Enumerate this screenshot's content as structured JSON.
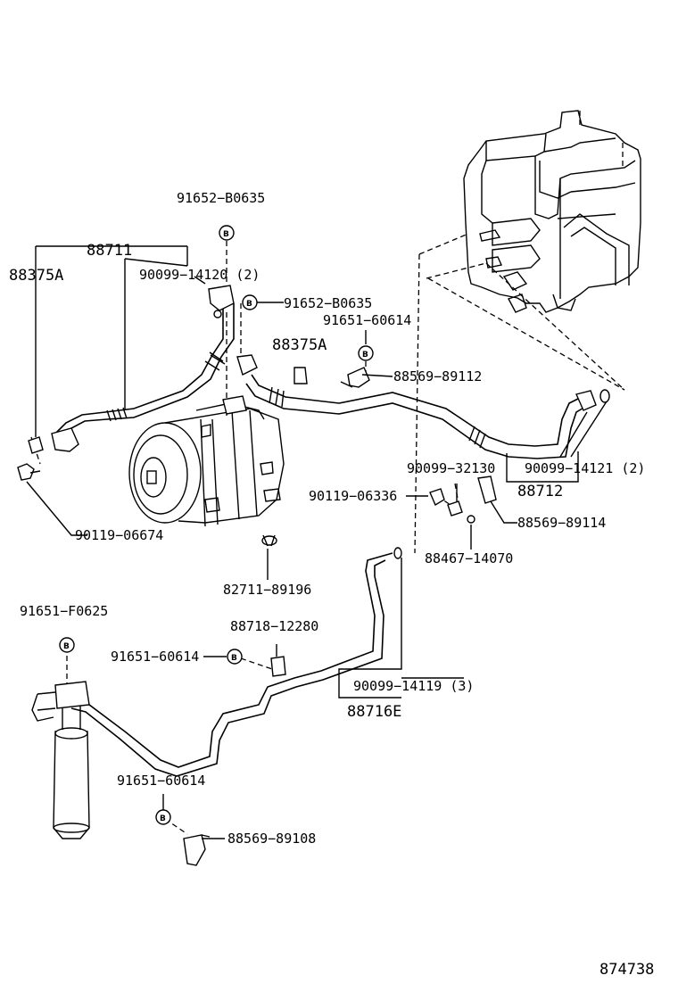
{
  "labels": {
    "p_91652_b0635_top": "91652−B0635",
    "p_88711": "88711",
    "p_88375a_left": "88375A",
    "p_90099_14120": "90099−14120 (2)",
    "p_91652_b0635_mid": "91652−B0635",
    "p_91651_60614_top": "91651−60614",
    "p_88375a_mid": "88375A",
    "p_88569_89112": "88569−89112",
    "p_90099_32130": "90099−32130",
    "p_90099_14121": "90099−14121 (2)",
    "p_88712": "88712",
    "p_90119_06336": "90119−06336",
    "p_88569_89114": "88569−89114",
    "p_90119_06674": "90119−06674",
    "p_88467_14070": "88467−14070",
    "p_82711_89196": "82711−89196",
    "p_91651_f0625": "91651−F0625",
    "p_88718_12280": "88718−12280",
    "p_91651_60614_mid": "91651−60614",
    "p_90099_14119": "90099−14119 (3)",
    "p_88716e": "88716E",
    "p_91651_60614_bot": "91651−60614",
    "p_88569_89108": "88569−89108",
    "diagram_number": "874738"
  },
  "bolt_marker": "B"
}
